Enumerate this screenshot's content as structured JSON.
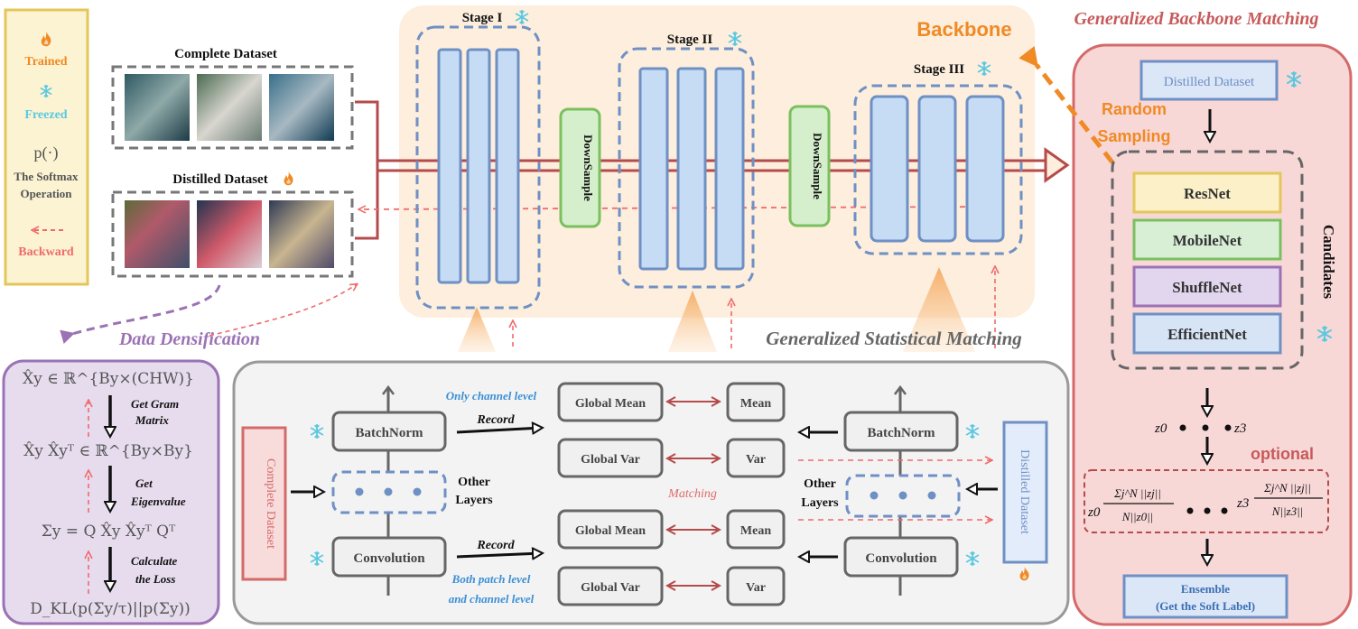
{
  "legend": {
    "trained": "Trained",
    "freezed": "Freezed",
    "softmax_symbol": "p(·)",
    "softmax_line1": "The Softmax",
    "softmax_line2": "Operation",
    "backward": "Backward",
    "fire_icon": "fire-icon",
    "snowflake_icon": "snowflake-icon"
  },
  "datasets": {
    "complete_title": "Complete Dataset",
    "distilled_title": "Distilled Dataset"
  },
  "densification": {
    "title": "Data Densification",
    "f1": "X̂y ∈ ℝ^{By×(CHW)}",
    "step1_line1": "Get Gram",
    "step1_line2": "Matrix",
    "f2": "X̂y X̂yᵀ ∈ ℝ^{By×By}",
    "step2_line1": "Get",
    "step2_line2": "Eigenvalue",
    "f3": "Σy = Q X̂y X̂yᵀ Qᵀ",
    "step3_line1": "Calculate",
    "step3_line2": "the Loss",
    "f4": "D_KL(p(Σy/τ)||p(Σy))"
  },
  "backbone": {
    "title": "Backbone",
    "stage1": "Stage I",
    "stage2": "Stage II",
    "stage3": "Stage III",
    "downsample": "DownSample"
  },
  "statistical": {
    "title": "Generalized Statistical Matching",
    "complete_dataset": "Complete Dataset",
    "distilled_dataset": "Distilled Dataset",
    "batchnorm": "BatchNorm",
    "convolution": "Convolution",
    "other_layers_1": "Other",
    "other_layers_2": "Layers",
    "record": "Record",
    "only_channel": "Only channel level",
    "both_line1": "Both patch level",
    "both_line2": "and channel level",
    "global_mean": "Global Mean",
    "global_var": "Global Var",
    "mean": "Mean",
    "var": "Var",
    "matching": "Matching"
  },
  "gbm": {
    "title": "Generalized Backbone Matching",
    "distilled_dataset": "Distilled Dataset",
    "random_line1": "Random",
    "random_line2": "Sampling",
    "candidates": [
      "ResNet",
      "MobileNet",
      "ShuffleNet",
      "EfficientNet"
    ],
    "candidates_label": "Candidates",
    "z0": "z0",
    "z3": "z3",
    "optional": "optional",
    "norm_num": "Σj^N ||zj||",
    "norm_den0": "N||z0||",
    "norm_den3": "N||z3||",
    "ensemble_line1": "Ensemble",
    "ensemble_line2": "(Get the Soft Label)"
  },
  "colors": {
    "trained": "#f08a24",
    "freezed": "#5bc8e0",
    "backward": "#ef6b6b",
    "backbone_bg": "#fdeedd",
    "gbm_bg": "#f8d7d7",
    "densify_bg": "#e6dcee",
    "stat_bg": "#f3f3f3",
    "stage_block": "#c6dcf5",
    "downsample": "#d5efcc"
  }
}
